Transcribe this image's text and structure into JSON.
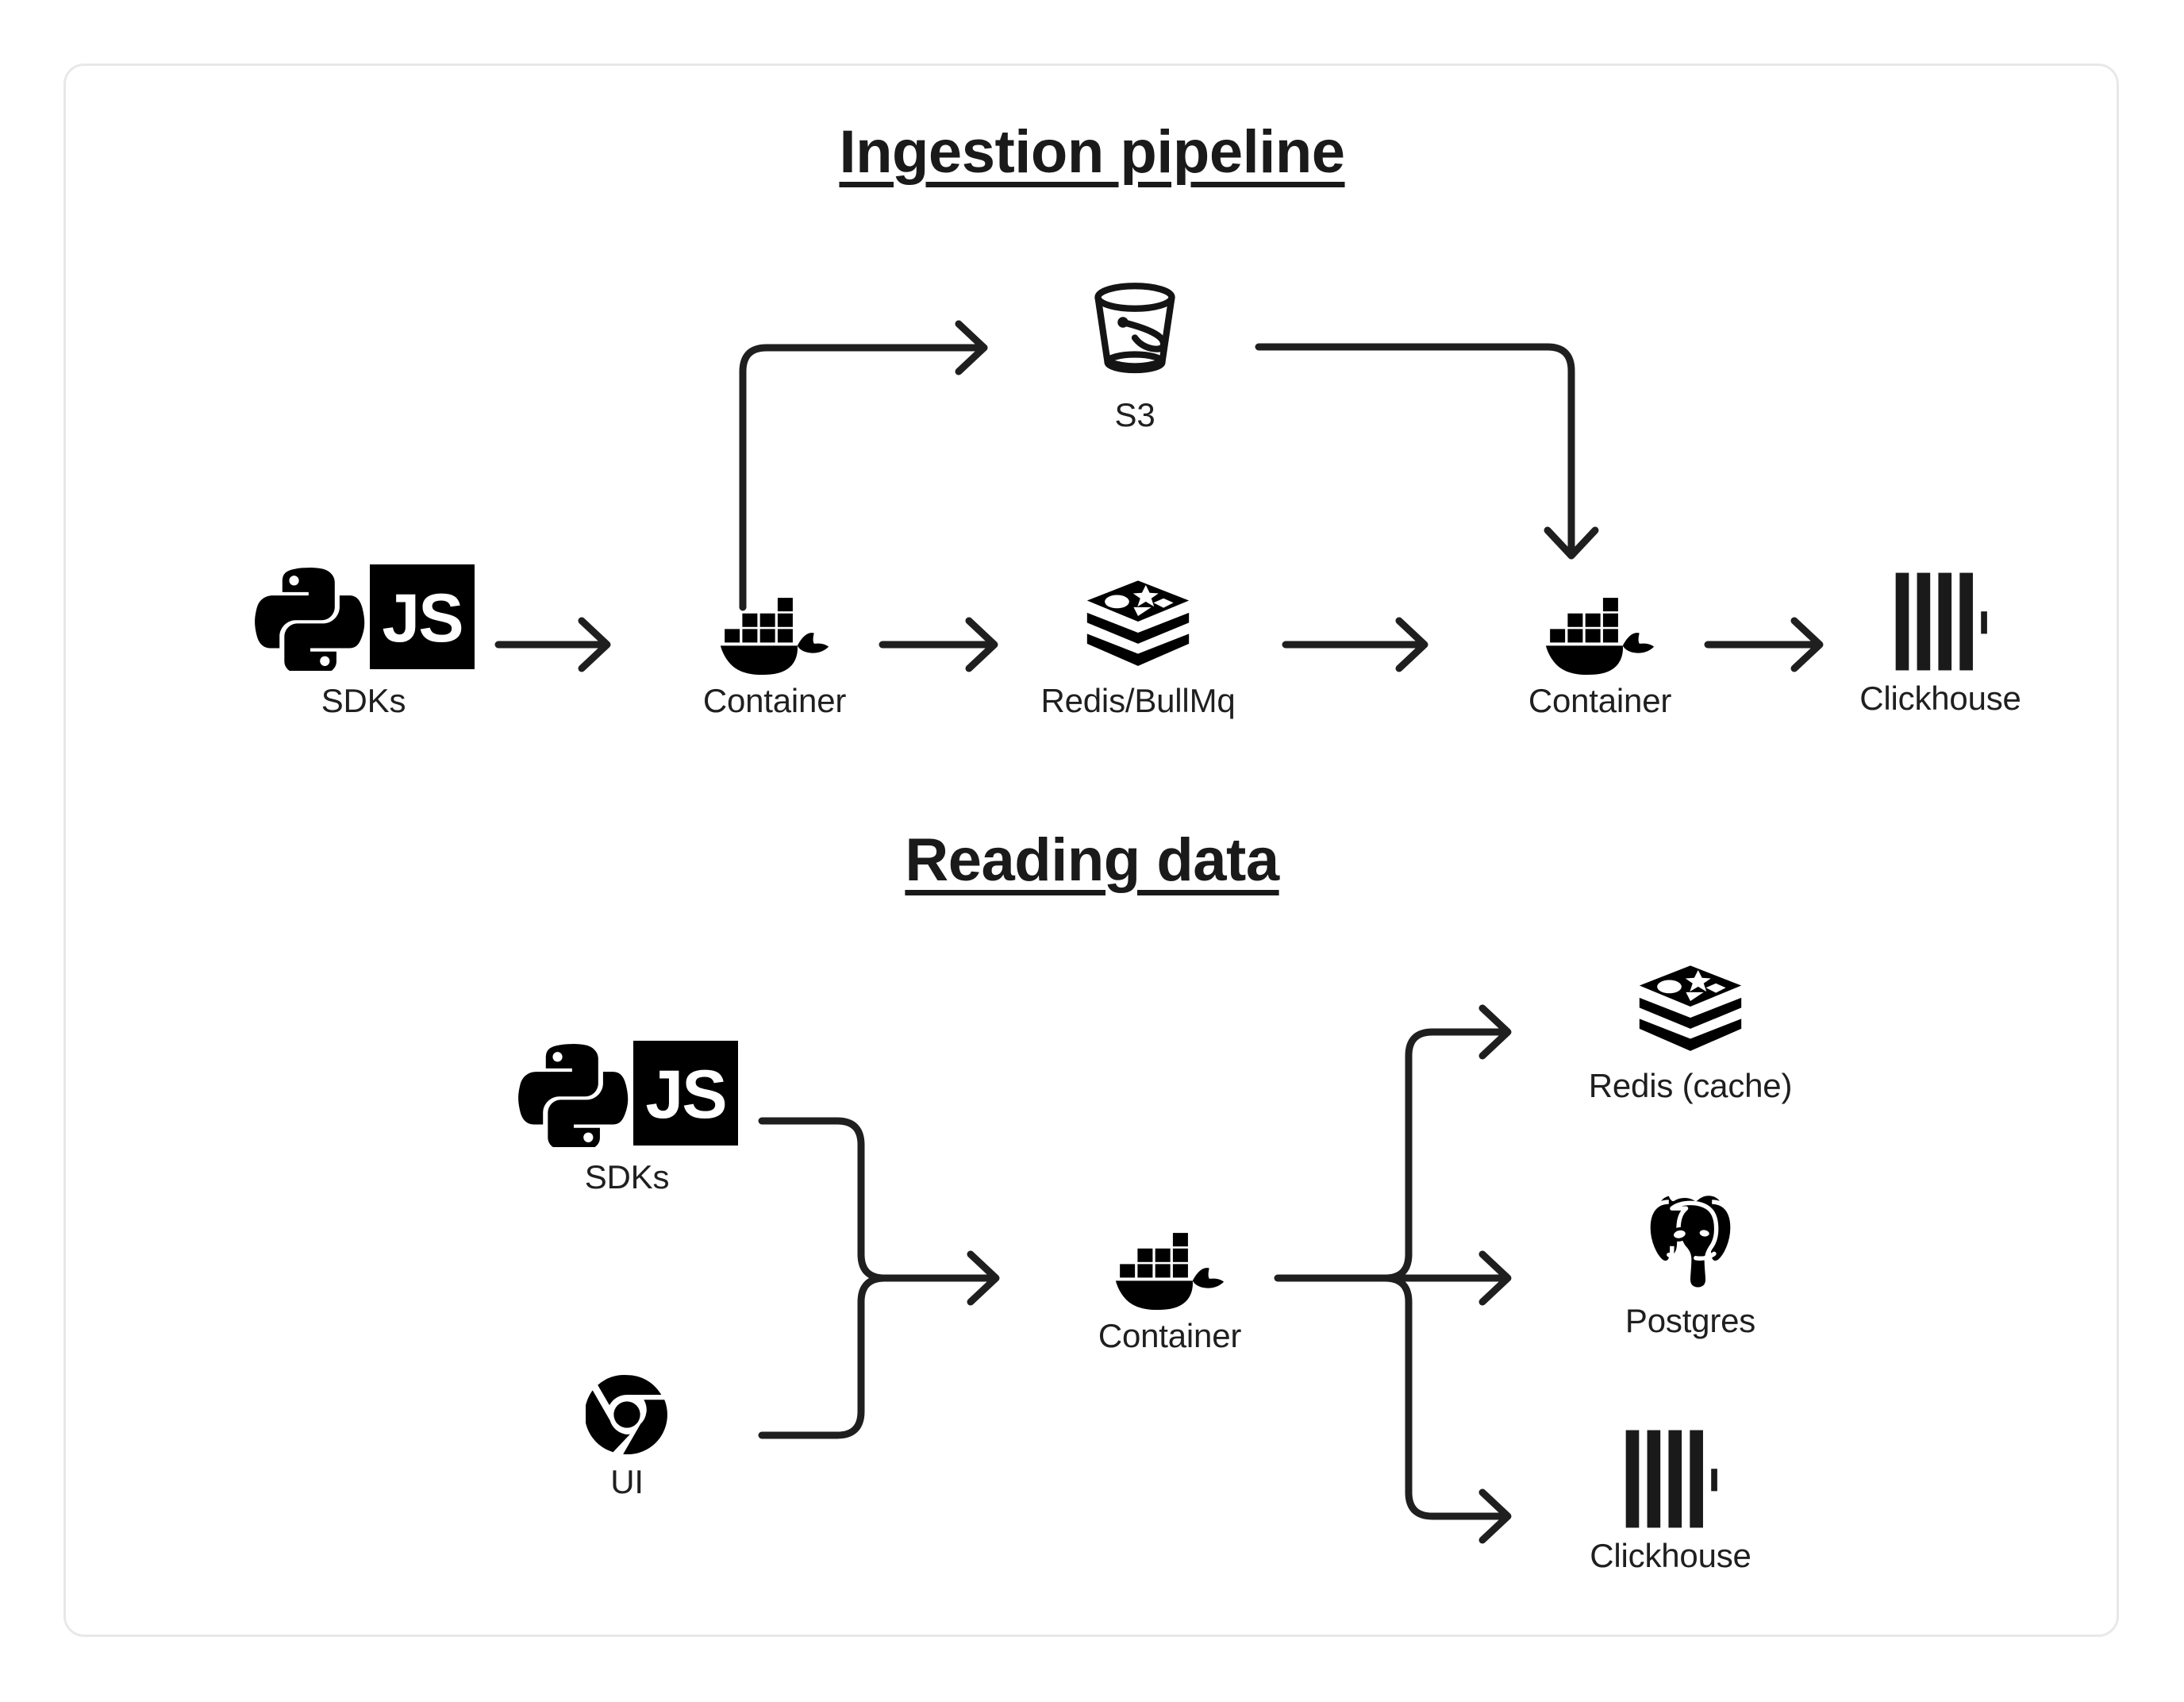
{
  "card": {
    "border_color": "#e8e8e8",
    "background": "#ffffff"
  },
  "theme": {
    "ink": "#1f1f1f",
    "title_color": "#1a1a1a",
    "logo_black": "#000000",
    "logo_white": "#ffffff"
  },
  "sections": [
    {
      "id": "ingestion",
      "title": "Ingestion pipeline"
    },
    {
      "id": "reading",
      "title": "Reading data"
    }
  ],
  "ingestion": {
    "title": "Ingestion pipeline",
    "nodes": [
      {
        "id": "sdks",
        "label": "SDKs",
        "icons": [
          "python-icon",
          "javascript-icon"
        ]
      },
      {
        "id": "container-ingest",
        "label": "Container",
        "icons": [
          "docker-icon"
        ]
      },
      {
        "id": "redis-bullmq",
        "label": "Redis/BullMq",
        "icons": [
          "redis-icon"
        ]
      },
      {
        "id": "container-worker",
        "label": "Container",
        "icons": [
          "docker-icon"
        ]
      },
      {
        "id": "clickhouse",
        "label": "Clickhouse",
        "icons": [
          "clickhouse-icon"
        ]
      },
      {
        "id": "s3",
        "label": "S3",
        "icons": [
          "s3-bucket-icon"
        ]
      }
    ],
    "edges": [
      {
        "from": "sdks",
        "to": "container-ingest",
        "shape": "straight"
      },
      {
        "from": "container-ingest",
        "to": "s3",
        "shape": "elbow-up-right"
      },
      {
        "from": "container-ingest",
        "to": "redis-bullmq",
        "shape": "straight"
      },
      {
        "from": "redis-bullmq",
        "to": "container-worker",
        "shape": "straight"
      },
      {
        "from": "s3",
        "to": "container-worker",
        "shape": "elbow-right-down"
      },
      {
        "from": "container-worker",
        "to": "clickhouse",
        "shape": "straight"
      }
    ]
  },
  "reading": {
    "title": "Reading data",
    "nodes": [
      {
        "id": "sdks",
        "label": "SDKs",
        "icons": [
          "python-icon",
          "javascript-icon"
        ]
      },
      {
        "id": "ui",
        "label": "UI",
        "icons": [
          "chrome-icon"
        ]
      },
      {
        "id": "container-read",
        "label": "Container",
        "icons": [
          "docker-icon"
        ]
      },
      {
        "id": "redis-cache",
        "label": "Redis (cache)",
        "icons": [
          "redis-icon"
        ]
      },
      {
        "id": "postgres",
        "label": "Postgres",
        "icons": [
          "postgres-icon"
        ]
      },
      {
        "id": "clickhouse",
        "label": "Clickhouse",
        "icons": [
          "clickhouse-icon"
        ]
      }
    ],
    "edges": [
      {
        "from": "sdks",
        "to": "container-read",
        "shape": "merge-down"
      },
      {
        "from": "ui",
        "to": "container-read",
        "shape": "merge-up"
      },
      {
        "from": "container-read",
        "to": "redis-cache",
        "shape": "branch-up"
      },
      {
        "from": "container-read",
        "to": "postgres",
        "shape": "straight"
      },
      {
        "from": "container-read",
        "to": "clickhouse",
        "shape": "branch-down"
      }
    ]
  },
  "labels": {
    "js_text": "JS"
  }
}
